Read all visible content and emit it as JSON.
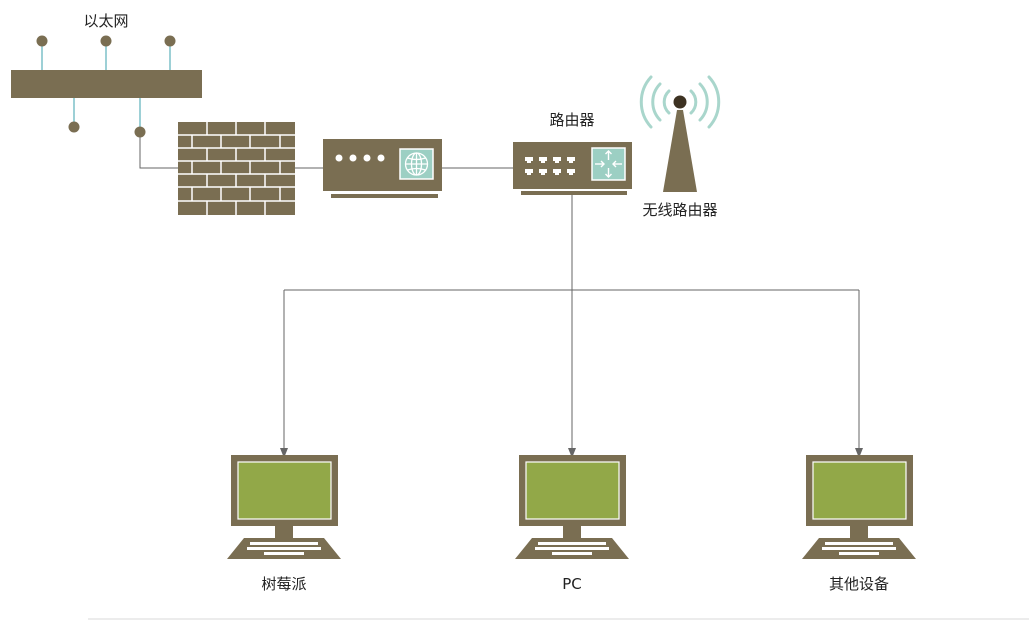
{
  "diagram": {
    "labels": {
      "ethernet": "以太网",
      "router": "路由器",
      "wireless_router": "无线路由器",
      "raspberry_pi": "树莓派",
      "pc": "PC",
      "other_devices": "其他设备"
    },
    "colors": {
      "device": "#7a6e52",
      "screen": "#92a848",
      "accent": "#9ccfc3",
      "line": "#666666",
      "white": "#ffffff"
    },
    "icons": [
      "ethernet-bus-icon",
      "firewall-icon",
      "modem-icon",
      "router-icon",
      "wireless-tower-icon",
      "computer-icon"
    ]
  }
}
